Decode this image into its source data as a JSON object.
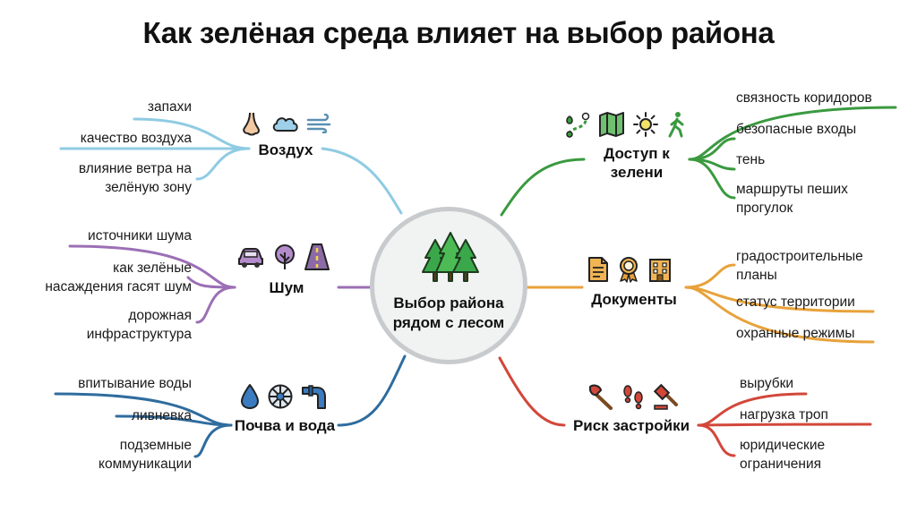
{
  "title": "Как зелёная среда влияет на выбор района",
  "center": {
    "label_1": "Выбор района",
    "label_2": "рядом с лесом",
    "icon": "pine-trees-icon"
  },
  "colors": {
    "air": "#8fcbe3",
    "noise": "#9b6fb5",
    "soil": "#2f6c9e",
    "access": "#3a9a3f",
    "docs": "#e8a23a",
    "risk": "#d2473a"
  },
  "branches": {
    "air": {
      "label": "Воздух",
      "icons": [
        "nose-icon",
        "cloud-icon",
        "wind-icon"
      ],
      "items": [
        "запахи",
        "качество воздуха",
        "влияние ветра на",
        "зелёную зону"
      ]
    },
    "noise": {
      "label": "Шум",
      "icons": [
        "car-icon",
        "tree-icon",
        "road-icon"
      ],
      "items": [
        "источники шума",
        "как зелёные",
        "насаждения гасят шум",
        "дорожная",
        "инфраструктура"
      ]
    },
    "soil": {
      "label": "Почва и вода",
      "icons": [
        "water-drop-icon",
        "drain-icon",
        "pipe-icon"
      ],
      "items": [
        "впитывание воды",
        "ливневка",
        "подземные",
        "коммуникации"
      ]
    },
    "access": {
      "label_1": "Доступ к",
      "label_2": "зелени",
      "icons": [
        "route-icon",
        "map-icon",
        "sun-icon",
        "walker-icon"
      ],
      "items": [
        "связность коридоров",
        "безопасные входы",
        "тень",
        "маршруты пеших",
        "прогулок"
      ]
    },
    "docs": {
      "label": "Документы",
      "icons": [
        "document-icon",
        "award-icon",
        "building-icon"
      ],
      "items": [
        "градостроительные",
        "планы",
        "статус территории",
        "охранные режимы"
      ]
    },
    "risk": {
      "label": "Риск застройки",
      "icons": [
        "axe-icon",
        "footprints-icon",
        "gavel-icon"
      ],
      "items": [
        "вырубки",
        "нагрузка троп",
        "юридические",
        "ограничения"
      ]
    }
  }
}
